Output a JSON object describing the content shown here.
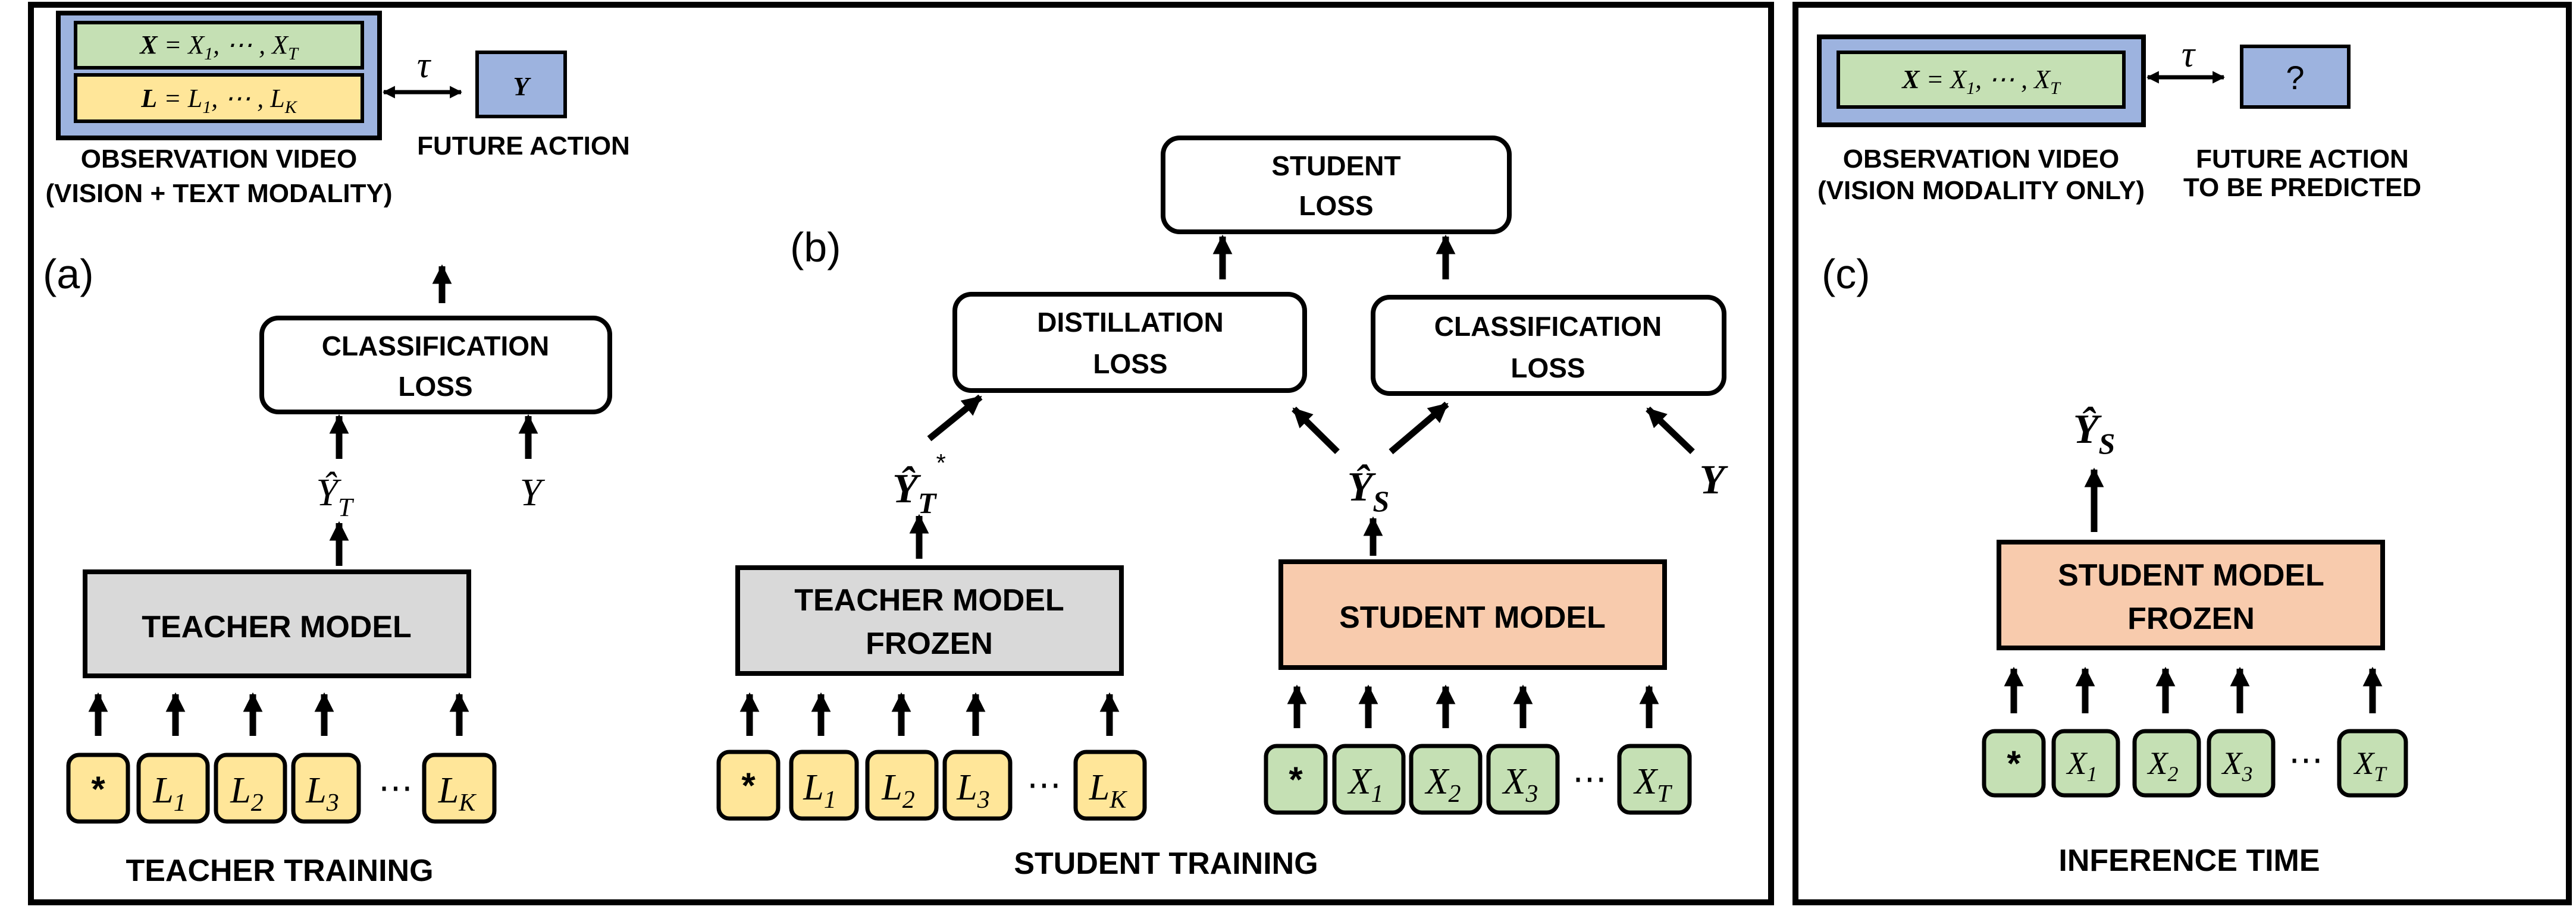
{
  "colors": {
    "yellow": "#FFE699",
    "green": "#C5E0B4",
    "blue_frame": "#9DB3DF",
    "gray": "#D9D9D9",
    "salmon": "#F8CBAD",
    "stroke": "#000000"
  },
  "legend_train": {
    "x_bold": "X",
    "x_rest": " = X",
    "x_seq": ", ⋯ , X",
    "x_sub1": "1",
    "x_subT": "T",
    "l_bold": "L",
    "l_rest": " = L",
    "l_seq": ", ⋯ , L",
    "l_sub1": "1",
    "l_subK": "K",
    "tau": "τ",
    "y": "Y",
    "obs_line1": "OBSERVATION VIDEO",
    "obs_line2": "(VISION + TEXT MODALITY)",
    "future": "FUTURE ACTION"
  },
  "legend_infer": {
    "x_bold": "X",
    "x_rest": " = X",
    "x_seq": ", ⋯ , X",
    "x_sub1": "1",
    "x_subT": "T",
    "tau": "τ",
    "q": "?",
    "obs_line1": "OBSERVATION VIDEO",
    "obs_line2": "(VISION MODALITY ONLY)",
    "future_line1": "FUTURE ACTION",
    "future_line2": "TO BE PREDICTED"
  },
  "panel_a": {
    "label": "(a)",
    "cls_line1": "CLASSIFICATION",
    "cls_line2": "LOSS",
    "yhat": "Ŷ",
    "yhat_sub": "T",
    "y": "Y",
    "model": "TEACHER MODEL",
    "caption": "TEACHER TRAINING",
    "tokens": [
      {
        "main": "*",
        "sub": ""
      },
      {
        "main": "L",
        "sub": "1"
      },
      {
        "main": "L",
        "sub": "2"
      },
      {
        "main": "L",
        "sub": "3"
      },
      {
        "main": "L",
        "sub": "K"
      }
    ],
    "dots": "⋯"
  },
  "panel_b": {
    "label": "(b)",
    "student_loss_line1": "STUDENT",
    "student_loss_line2": "LOSS",
    "distill_line1": "DISTILLATION",
    "distill_line2": "LOSS",
    "cls_line1": "CLASSIFICATION",
    "cls_line2": "LOSS",
    "yt": "Ŷ",
    "yt_sub": "T",
    "yt_star": "*",
    "ys": "Ŷ",
    "ys_sub": "S",
    "y": "Y",
    "teacher_line1": "TEACHER MODEL",
    "teacher_line2": "FROZEN",
    "student": "STUDENT MODEL",
    "caption": "STUDENT TRAINING",
    "teacher_tokens": [
      {
        "main": "*",
        "sub": ""
      },
      {
        "main": "L",
        "sub": "1"
      },
      {
        "main": "L",
        "sub": "2"
      },
      {
        "main": "L",
        "sub": "3"
      },
      {
        "main": "L",
        "sub": "K"
      }
    ],
    "student_tokens": [
      {
        "main": "*",
        "sub": ""
      },
      {
        "main": "X",
        "sub": "1"
      },
      {
        "main": "X",
        "sub": "2"
      },
      {
        "main": "X",
        "sub": "3"
      },
      {
        "main": "X",
        "sub": "T"
      }
    ],
    "dots": "⋯"
  },
  "panel_c": {
    "label": "(c)",
    "yhat": "Ŷ",
    "yhat_sub": "S",
    "model_line1": "STUDENT MODEL",
    "model_line2": "FROZEN",
    "caption": "INFERENCE TIME",
    "tokens": [
      {
        "main": "*",
        "sub": ""
      },
      {
        "main": "X",
        "sub": "1"
      },
      {
        "main": "X",
        "sub": "2"
      },
      {
        "main": "X",
        "sub": "3"
      },
      {
        "main": "X",
        "sub": "T"
      }
    ],
    "dots": "⋯"
  }
}
